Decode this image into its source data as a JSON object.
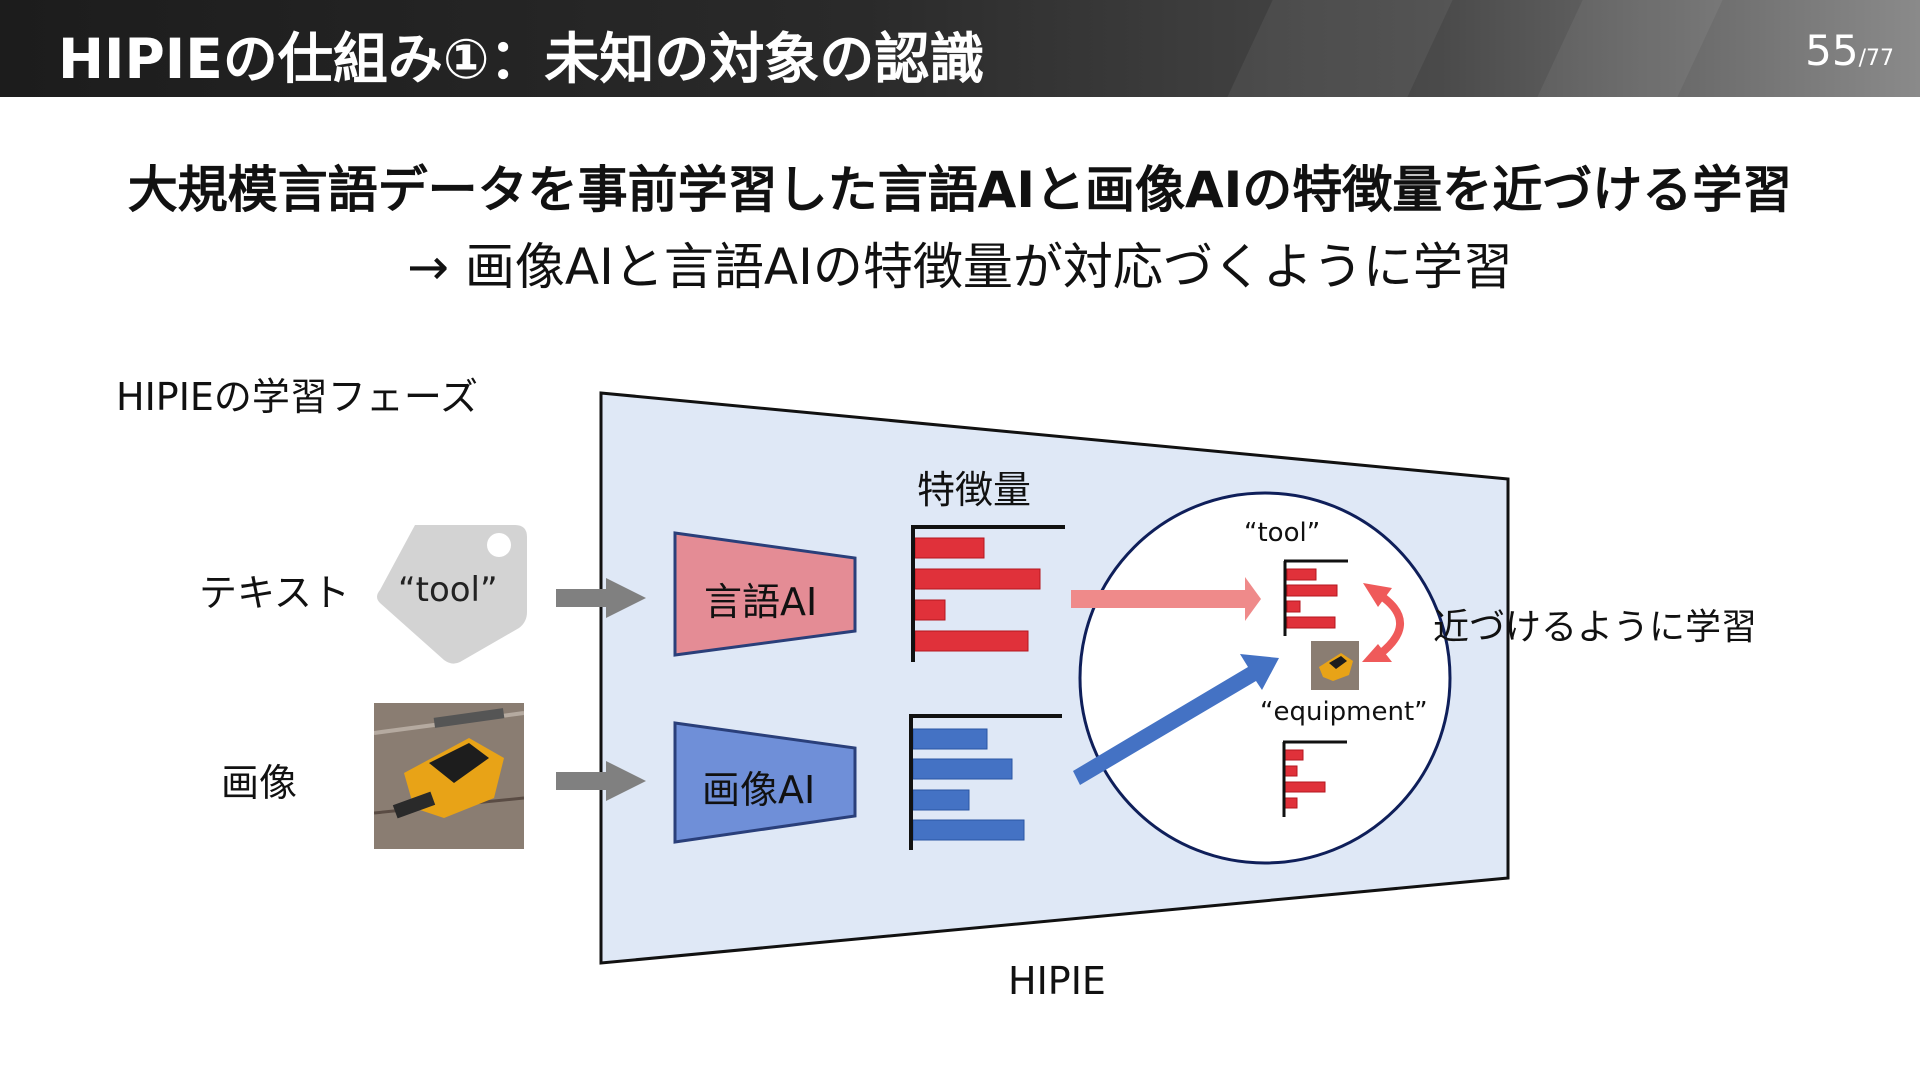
{
  "header": {
    "title": "HIPIEの仕組み①：未知の対象の認識",
    "page_current": "55",
    "page_total": "/77"
  },
  "main": {
    "subtitle": "大規模言語データを事前学習した言語AIと画像AIの特徴量を近づける学習",
    "subtitle2": "→ 画像AIと言語AIの特徴量が対応づくように学習"
  },
  "diagram": {
    "phase_label": "HIPIEの学習フェーズ",
    "text_label": "テキスト",
    "tag_text": "“tool”",
    "image_label": "画像",
    "language_ai_label": "言語AI",
    "image_ai_label": "画像AI",
    "feature_label": "特徴量",
    "tool_label": "“tool”",
    "equipment_label": "“equipment”",
    "approach_label": "近づけるように学習",
    "hipie_label": "HIPIE",
    "colors": {
      "language": "#e0313a",
      "image": "#4472c4",
      "panel": "#dfe8f6",
      "language_ai_fill": "#e48c95",
      "image_ai_fill": "#6f8fd8"
    },
    "icons": [
      "tag-icon",
      "jigsaw-photo"
    ]
  }
}
